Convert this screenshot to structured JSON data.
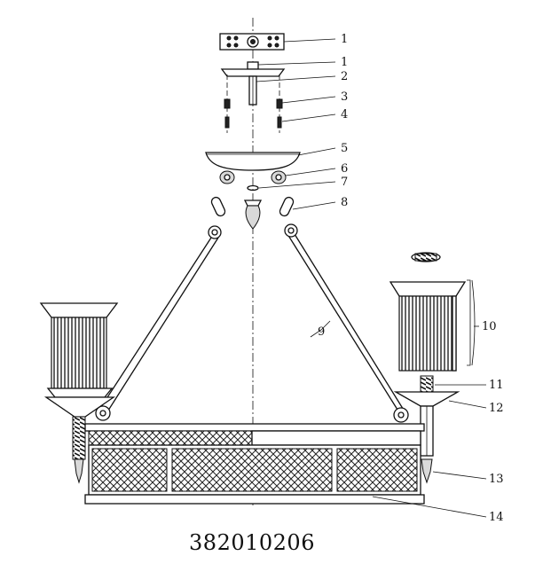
{
  "part_number": "382010206",
  "callouts": [
    "1",
    "1",
    "2",
    "3",
    "4",
    "5",
    "6",
    "7",
    "8",
    "9",
    "10",
    "11",
    "12",
    "13",
    "14"
  ]
}
